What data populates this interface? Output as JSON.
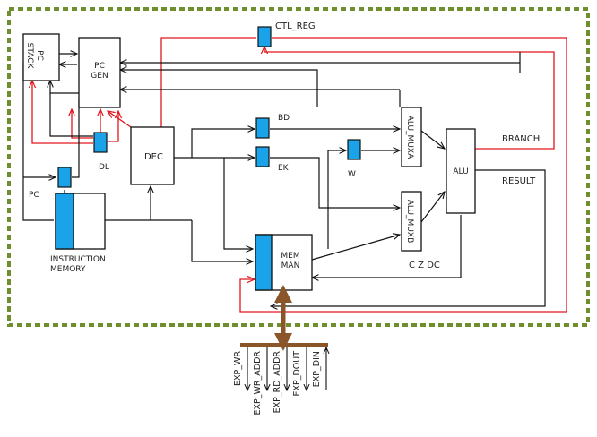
{
  "blocks": {
    "pc_stack": "PC\nSTACK",
    "pc_gen": "PC\nGEN",
    "idec": "IDEC",
    "alu": "ALU",
    "alu_muxa": "ALU_MUXA",
    "alu_muxb": "ALU_MUXB",
    "mem_man": "MEM\nMAN",
    "instruction_memory": "INSTRUCTION\nMEMORY"
  },
  "registers": {
    "ctl_reg": "CTL_REG",
    "bd": "BD",
    "ek": "EK",
    "w": "W",
    "dl": "DL",
    "pc": "PC"
  },
  "signals": {
    "branch": "BRANCH",
    "result": "RESULT",
    "flags": "C Z DC"
  },
  "external_bus": [
    "EXP_WR",
    "EXP_WR_ADDR",
    "EXP_RD_ADDR",
    "EXP_DOUT",
    "EXP_DIN"
  ],
  "colors": {
    "border": "#6f8f2f",
    "register": "#1aa3e8",
    "control": "#e0161e",
    "data": "#111111",
    "bus": "#8a5528"
  }
}
